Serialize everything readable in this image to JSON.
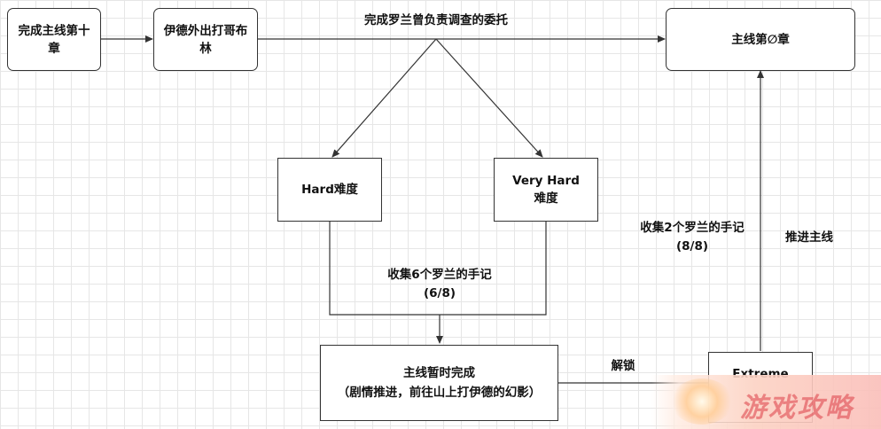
{
  "nodes": {
    "chapter_ten": "完成主线第十章",
    "goblin_trip": "伊德外出打哥布林",
    "main_chapter": "主线第∅章",
    "hard": "Hard难度",
    "very_hard": "Very Hard\n难度",
    "pause": "主线暂时完成\n（剧情推进，前往山上打伊德的幻影）",
    "extreme": "Extreme"
  },
  "edge_labels": {
    "commission": "完成罗兰曾负责调查的委托",
    "collect_six": "收集6个罗兰的手记\n(6/8)",
    "collect_two": "收集2个罗兰的手记\n(8/8)",
    "advance": "推进主线",
    "unlock": "解锁"
  },
  "watermark": {
    "text": "游戏攻略"
  },
  "colors": {
    "stroke": "#333333",
    "grid": "#e6e6e6"
  }
}
